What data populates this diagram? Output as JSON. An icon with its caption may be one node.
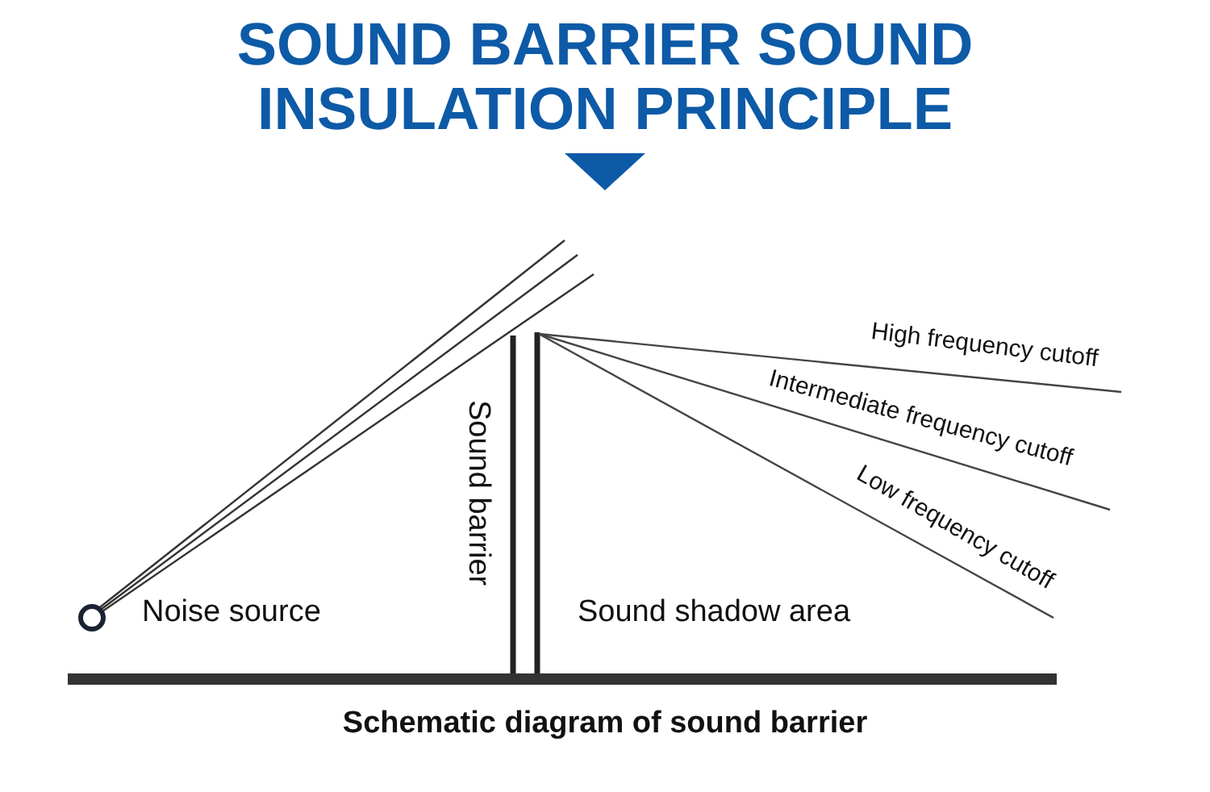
{
  "diagram": {
    "title": "SOUND BARRIER SOUND INSULATION PRINCIPLE",
    "caption": "Schematic diagram of sound barrier",
    "labels": [
      "Noise source",
      "Sound barrier",
      "Sound shadow area",
      "High frequency cutoff",
      "Intermediate frequency cutoff",
      "Low frequency cutoff"
    ]
  }
}
